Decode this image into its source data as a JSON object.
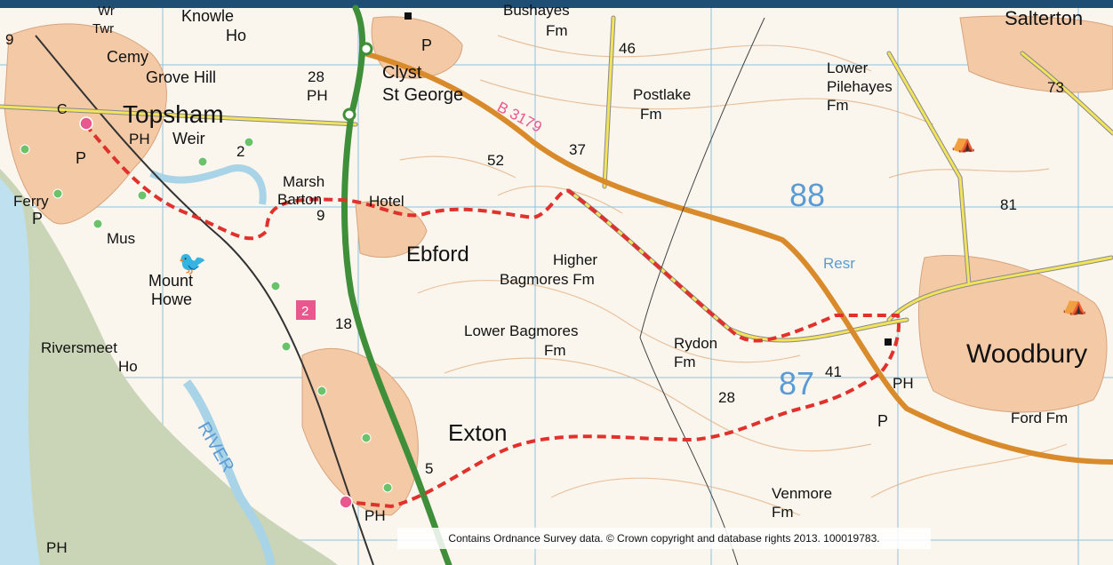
{
  "places": {
    "topsham": "Topsham",
    "clyst": "Clyst",
    "st_george": "St George",
    "ebford": "Ebford",
    "exton": "Exton",
    "woodbury": "Woodbury",
    "salterton": "Salterton",
    "knowle": "Knowle",
    "ho": "Ho",
    "grove_hill": "Grove Hill",
    "cemy": "Cemy",
    "wr_twr_1": "Wr",
    "wr_twr_2": "Twr",
    "weir": "Weir",
    "ferry": "Ferry",
    "mus": "Mus",
    "mount": "Mount",
    "howe": "Howe",
    "riversmeet": "Riversmeet",
    "riversmeet_ho": "Ho",
    "marsh": "Marsh",
    "barton": "Barton",
    "hotel": "Hotel",
    "bushayes": "Bushayes",
    "bushayes_fm": "Fm",
    "postlake": "Postlake",
    "postlake_fm": "Fm",
    "lower": "Lower",
    "pilehayes": "Pilehayes",
    "pilehayes_fm": "Fm",
    "higher": "Higher",
    "bagmores_fm": "Bagmores Fm",
    "lower_bagmores": "Lower Bagmores",
    "lower_bagmores_fm": "Fm",
    "rydon": "Rydon",
    "rydon_fm": "Fm",
    "venmore": "Venmore",
    "venmore_fm": "Fm",
    "ford_fm": "Ford Fm",
    "resr": "Resr",
    "river": "RIVER"
  },
  "abbrev": {
    "ph": "PH",
    "p": "P",
    "c": "C"
  },
  "road": {
    "b3179": "B 3179"
  },
  "numbers": {
    "n9": "9",
    "n28": "28",
    "n2": "2",
    "n46": "46",
    "n73": "73",
    "n52": "52",
    "n37": "37",
    "n81": "81",
    "n18": "18",
    "n5": "5",
    "n41": "41",
    "n28b": "28",
    "n9b": "9",
    "grid88": "88",
    "grid87": "87",
    "box2": "2"
  },
  "copyright": "Contains Ordnance Survey data. © Crown copyright and database rights 2013. 100019783.",
  "colors": {
    "route": "#e0312c",
    "a_road": "#3f8f3a",
    "b_road": "#d98a2b",
    "minor_road": "#f2e35a",
    "town": "#f3c9a6",
    "estuary": "#c9d5b6",
    "water": "#bfe1ef",
    "grid": "#8cc3de",
    "contour": "#e6b58a",
    "header": "#1f4e74"
  }
}
